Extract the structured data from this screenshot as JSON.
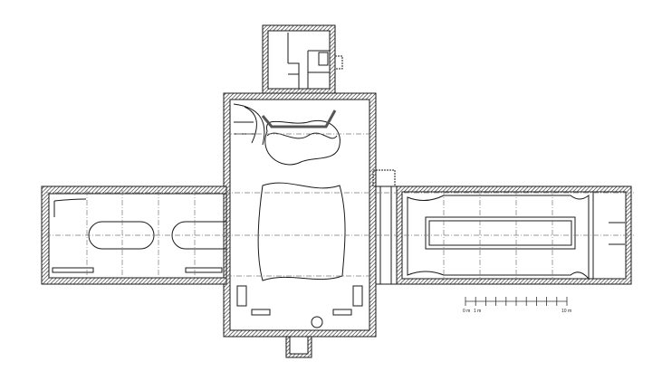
{
  "drawing": {
    "type": "architectural floor plan",
    "colors": {
      "line": "#1a1a1a",
      "wall_fill": "#444444",
      "axis": "#777777",
      "background": "#ffffff"
    }
  },
  "scale_bar": {
    "start_label": "0 m",
    "unit_label": "1 m",
    "end_label": "10 m",
    "divisions": 10
  }
}
